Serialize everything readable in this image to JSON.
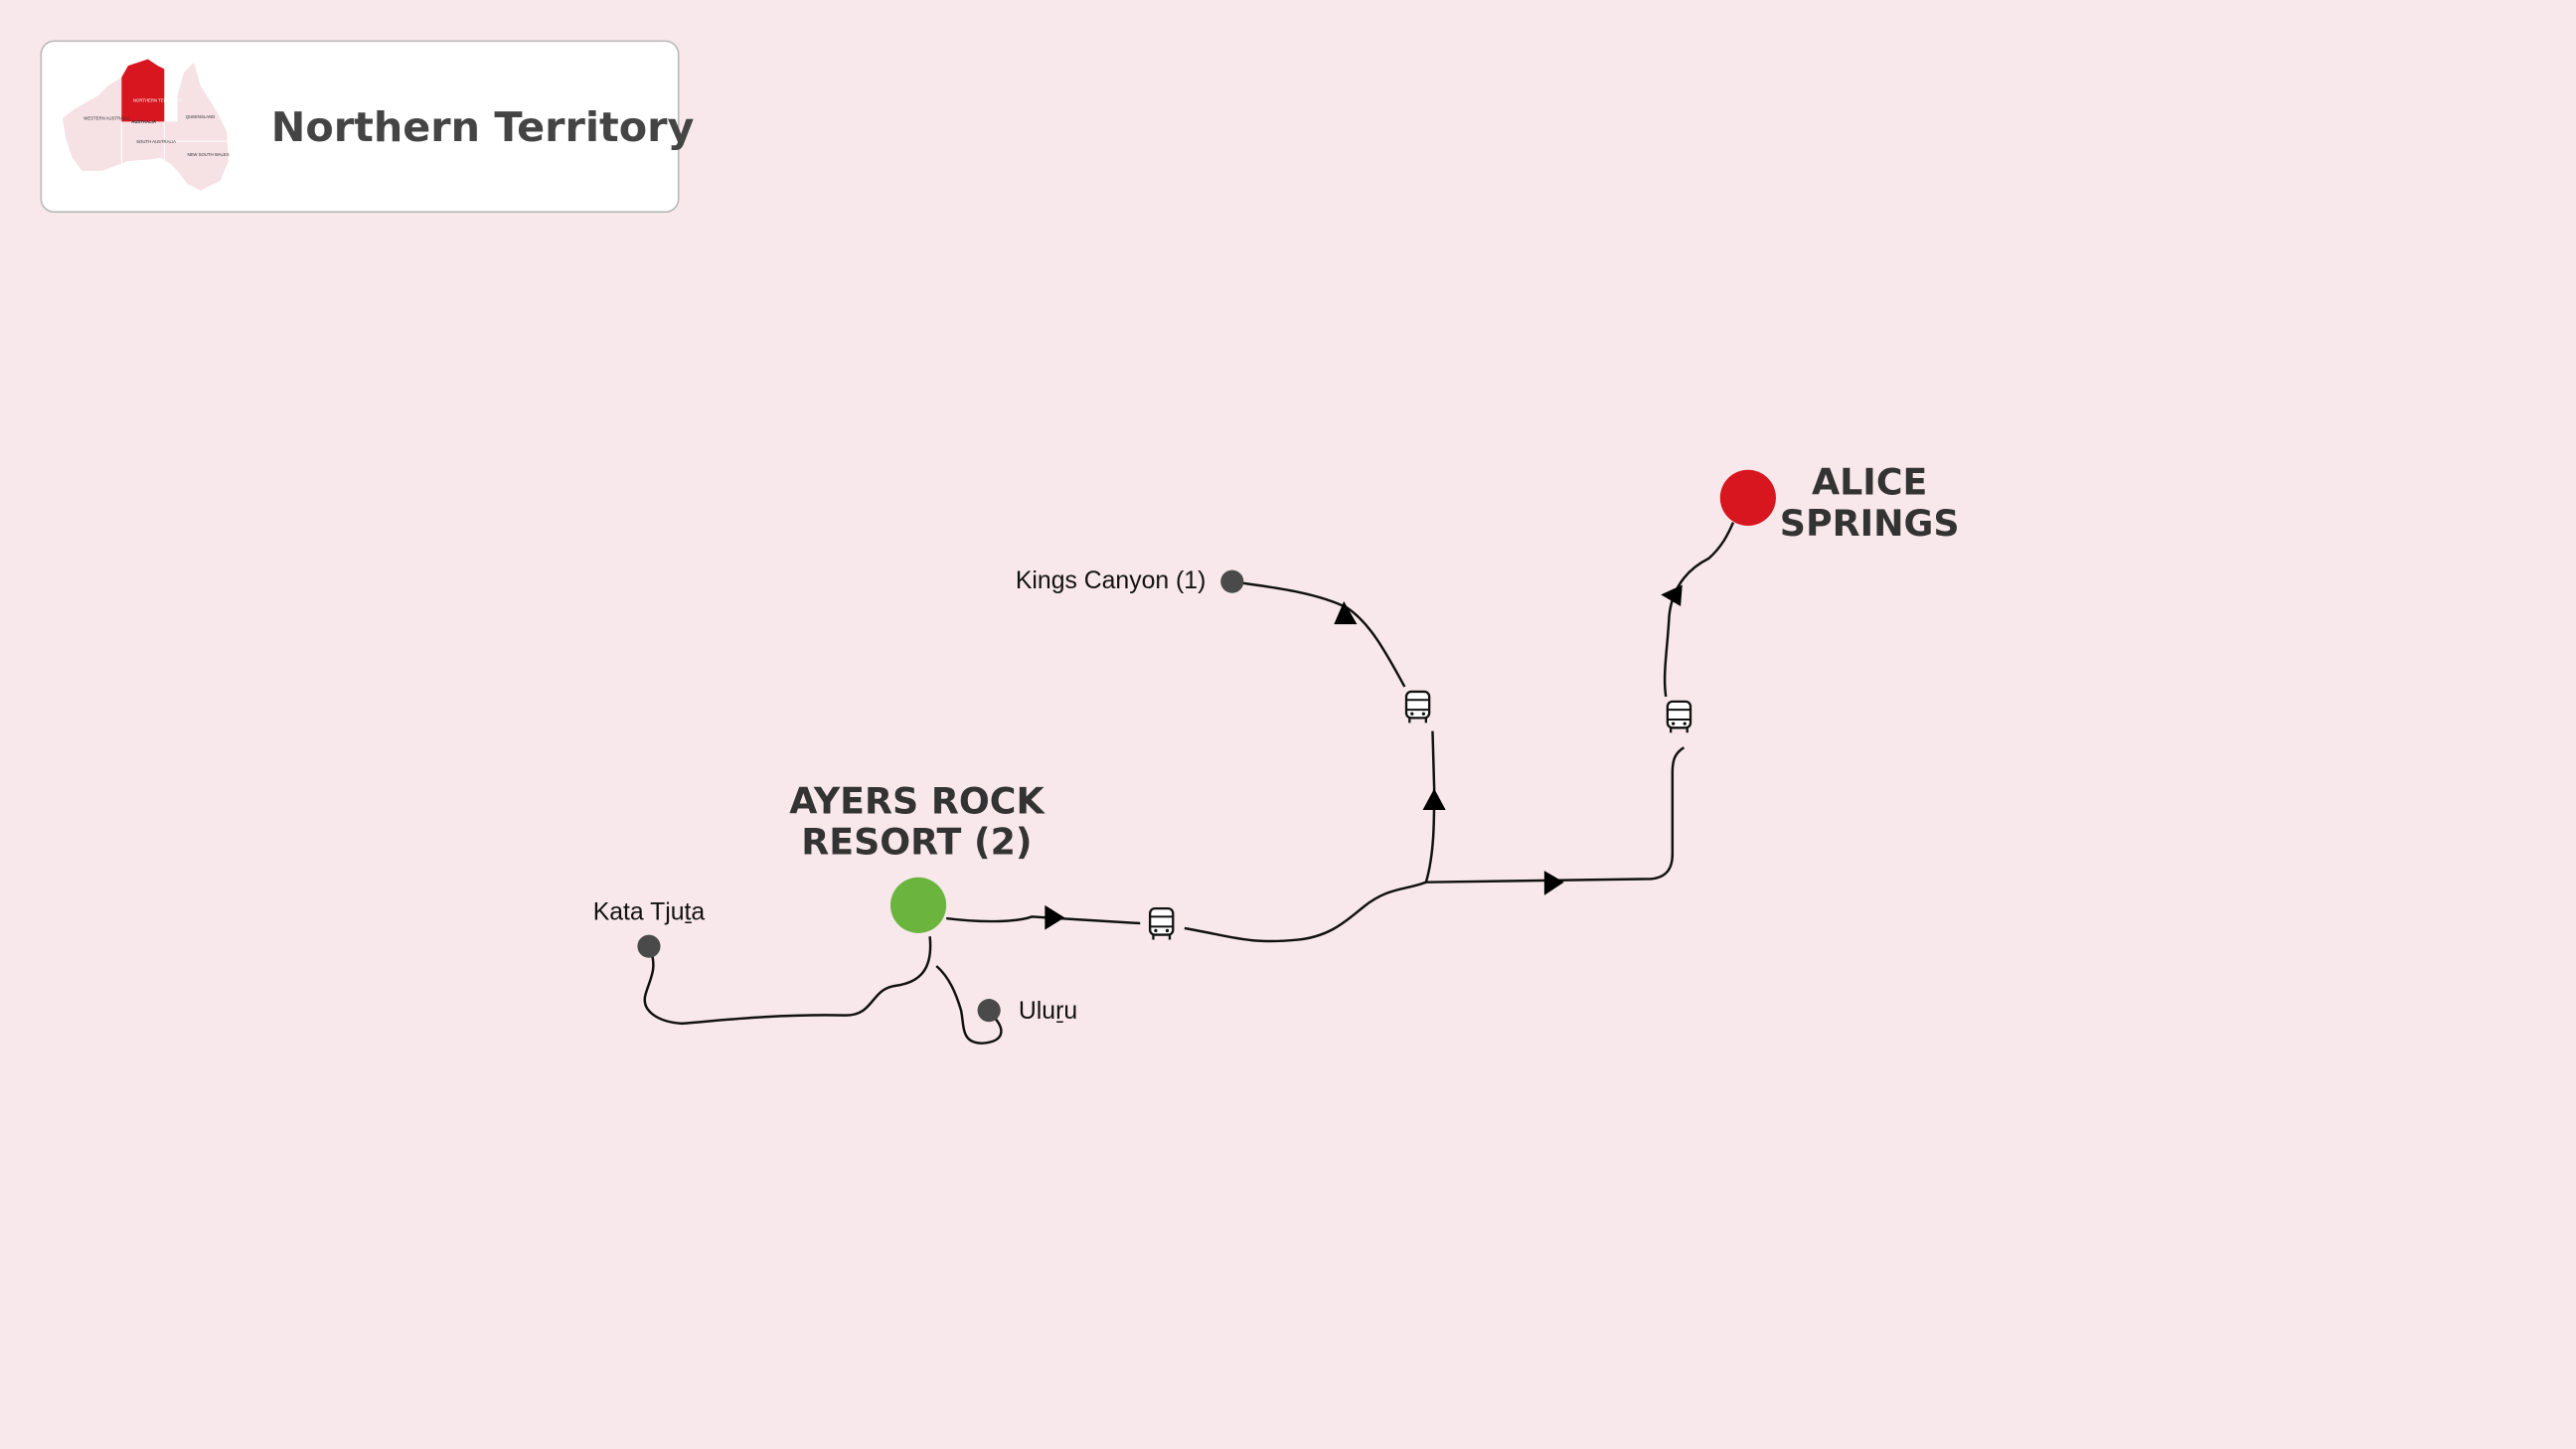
{
  "header": {
    "title": "Northern Territory",
    "minimap_labels": [
      "WESTERN AUSTRALIA",
      "NORTHERN TERRITORY",
      "QUEENSLAND",
      "SOUTH AUSTRALIA",
      "NEW SOUTH WALES",
      "AUSTRALIA"
    ]
  },
  "places": {
    "alice_springs": {
      "line1": "ALICE",
      "line2": "SPRINGS",
      "color": "#d7161f"
    },
    "ayers_rock": {
      "line1": "AYERS ROCK",
      "line2": "RESORT (2)",
      "color": "#6bb53e"
    },
    "kings_canyon": {
      "label": "Kings Canyon (1)"
    },
    "kata_tjuta": {
      "label": "Kata Tjuṯa"
    },
    "uluru": {
      "label": "Uluṟu"
    }
  },
  "colors": {
    "background": "#f8e8eb",
    "minor_stop": "#4a4a4a",
    "highlight": "#d7161f"
  },
  "transport_icon": "bus-icon"
}
